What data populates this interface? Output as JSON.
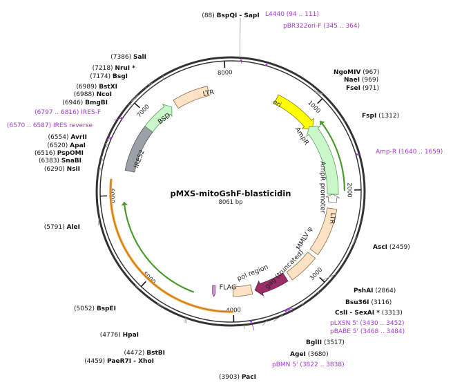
{
  "plasmid": {
    "name": "pMXS-mitoGshF-blasticidin",
    "length_label": "8061 bp",
    "length": 8061
  },
  "colors": {
    "ring": "#333333",
    "primer": "#a637d6",
    "ori": "#ffff00",
    "ampr": "#c9f7c9",
    "ltr": "#fde3c4",
    "gag": "#9b2d67",
    "ires": "#9aa1a8",
    "bsd": "#c9f7c9",
    "flag": "#d58fd5",
    "orange_arc": "#f0a030",
    "green_arc": "#4a9a2a"
  },
  "ticks": [
    {
      "pos": 1000,
      "label": "1000"
    },
    {
      "pos": 2000,
      "label": "2000"
    },
    {
      "pos": 3000,
      "label": "3000"
    },
    {
      "pos": 4000,
      "label": "4000"
    },
    {
      "pos": 5000,
      "label": "5000"
    },
    {
      "pos": 6000,
      "label": "6000"
    },
    {
      "pos": 7000,
      "label": "7000"
    },
    {
      "pos": 8000,
      "label": "8000"
    }
  ],
  "sites": [
    {
      "side": "top",
      "num": "(88)",
      "name": "BspQI",
      "extra": " - SapI",
      "pos": 88
    },
    {
      "side": "left",
      "num": "(7386)",
      "name": "SalI",
      "pos": 7386
    },
    {
      "side": "left",
      "num": "(7218)",
      "name": "NruI *",
      "pos": 7218
    },
    {
      "side": "left",
      "num": "(7174)",
      "name": "BsgI",
      "pos": 7174
    },
    {
      "side": "left",
      "num": "(6989)",
      "name": "BstXI",
      "pos": 6989
    },
    {
      "side": "left",
      "num": "(6988)",
      "name": "NcoI",
      "pos": 6988
    },
    {
      "side": "left",
      "num": "(6946)",
      "name": "BmgBI",
      "pos": 6946
    },
    {
      "side": "left",
      "num": "(6554)",
      "name": "AvrII",
      "pos": 6554
    },
    {
      "side": "left",
      "num": "(6520)",
      "name": "ApaI",
      "pos": 6520
    },
    {
      "side": "left",
      "num": "(6516)",
      "name": "PspOMI",
      "pos": 6516
    },
    {
      "side": "left",
      "num": "(6383)",
      "name": "SnaBI",
      "pos": 6383
    },
    {
      "side": "left",
      "num": "(6290)",
      "name": "NsiI",
      "pos": 6290
    },
    {
      "side": "left",
      "num": "(5791)",
      "name": "AleI",
      "pos": 5791
    },
    {
      "side": "left",
      "num": "(5052)",
      "name": "BspEI",
      "pos": 5052
    },
    {
      "side": "left",
      "num": "(4776)",
      "name": "HpaI",
      "pos": 4776
    },
    {
      "side": "left",
      "num": "(4472)",
      "name": "BstBI",
      "pos": 4472
    },
    {
      "side": "left",
      "num": "(4459)",
      "name": "PaeR7I",
      "extra": " - XhoI",
      "pos": 4459
    },
    {
      "side": "bottom",
      "num": "(3903)",
      "name": "PacI",
      "pos": 3903
    },
    {
      "side": "right",
      "num": "(967)",
      "name": "NgoMIV",
      "pos": 967
    },
    {
      "side": "right",
      "num": "(969)",
      "name": "NaeI",
      "pos": 969
    },
    {
      "side": "right",
      "num": "(971)",
      "name": "FseI",
      "pos": 971
    },
    {
      "side": "right",
      "num": "(1312)",
      "name": "FspI",
      "pos": 1312
    },
    {
      "side": "right",
      "num": "(2459)",
      "name": "AscI",
      "pos": 2459
    },
    {
      "side": "right",
      "num": "(2864)",
      "name": "PshAI",
      "pos": 2864
    },
    {
      "side": "right",
      "num": "(3116)",
      "name": "Bsu36I",
      "pos": 3116
    },
    {
      "side": "right",
      "num": "(3313)",
      "name": "CslI",
      "extra": " - SexAI *",
      "pos": 3313
    },
    {
      "side": "right",
      "num": "(3517)",
      "name": "BglII",
      "pos": 3517
    },
    {
      "side": "right",
      "num": "(3680)",
      "name": "AgeI",
      "pos": 3680
    }
  ],
  "primers": [
    {
      "name": "L4440",
      "range": "(94 .. 111)",
      "pos": 102
    },
    {
      "name": "pBR322ori-F",
      "range": "(345 .. 364)",
      "pos": 354
    },
    {
      "name": "Amp-R",
      "range": "(1640 .. 1659)",
      "pos": 1650
    },
    {
      "name": "IRES-F",
      "range": "(6797 .. 6816)",
      "pos": 6806
    },
    {
      "name": "IRES reverse",
      "range": "(6570 .. 6587)",
      "pos": 6578
    },
    {
      "name": "pLXSN 5'",
      "range": "(3430 .. 3452)",
      "pos": 3441
    },
    {
      "name": "pBABE 5'",
      "range": "(3468 .. 3484)",
      "pos": 3476
    },
    {
      "name": "pBMN 5'",
      "range": "(3822 .. 3838)",
      "pos": 3830
    }
  ],
  "features": [
    {
      "id": "ori",
      "label": "ori",
      "start": 590,
      "end": 1180
    },
    {
      "id": "ampr",
      "label": "AmpR",
      "start": 2050,
      "end": 1130
    },
    {
      "id": "ampr-promoter",
      "label": "AmpR promoter",
      "start": 2150,
      "end": 2050
    },
    {
      "id": "ltr-right",
      "label": "LTR",
      "start": 2230,
      "end": 2820
    },
    {
      "id": "mmlv-psi",
      "label": "MMLV ψ",
      "start": 2870,
      "end": 3250
    },
    {
      "id": "gag",
      "label": "gag (truncated)",
      "start": 3300,
      "end": 3720
    },
    {
      "id": "pol-region",
      "label": "pol region",
      "start": 3760,
      "end": 4000
    },
    {
      "id": "flag",
      "label": "FLAG",
      "start": 4230,
      "end": 4260
    },
    {
      "id": "ires",
      "label": "IRES2",
      "start": 6300,
      "end": 6880
    },
    {
      "id": "bsd",
      "label": "BSD",
      "start": 6880,
      "end": 7280
    },
    {
      "id": "ltr-top",
      "label": "LTR",
      "start": 7340,
      "end": 7780
    }
  ]
}
